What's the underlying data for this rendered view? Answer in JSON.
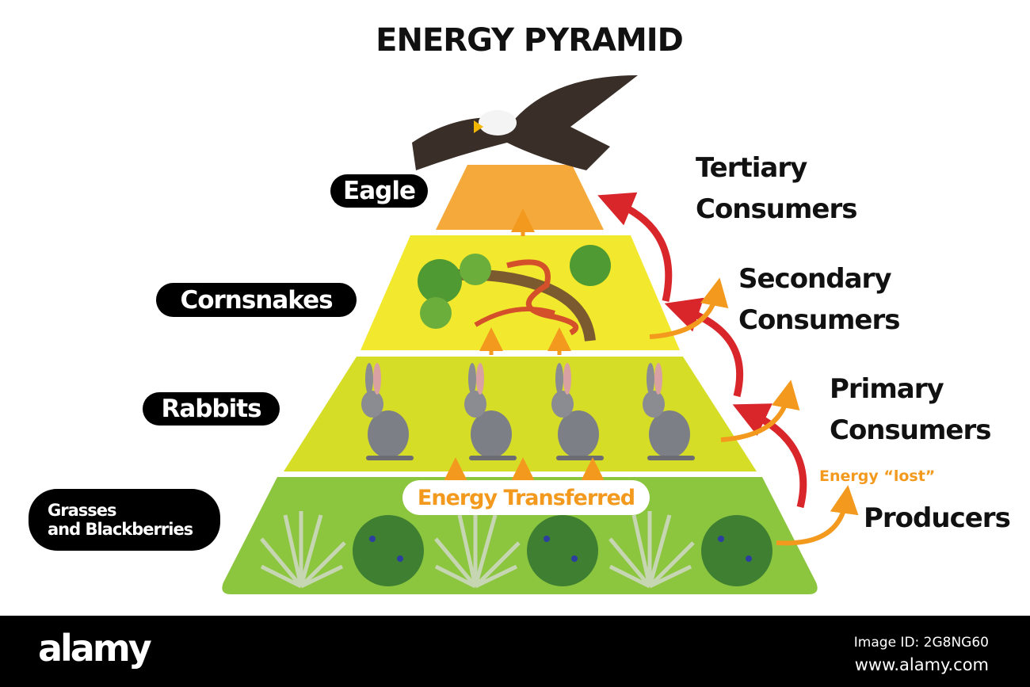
{
  "title": "ENERGY PYRAMID",
  "levels": [
    {
      "organism": "Eagle",
      "role": [
        "Tertiary",
        "Consumers"
      ],
      "color": "#F6A93B"
    },
    {
      "organism": "Cornsnakes",
      "role": [
        "Secondary",
        "Consumers"
      ],
      "color": "#F2E92E"
    },
    {
      "organism": "Rabbits",
      "role": [
        "Primary",
        "Consumers"
      ],
      "color": "#D6DD27"
    },
    {
      "organism": [
        "Grasses",
        "and Blackberries"
      ],
      "role": [
        "Producers"
      ],
      "color": "#8CC63F"
    }
  ],
  "energy_transferred": "Energy Transferred",
  "energy_lost": "Energy “lost”",
  "colors": {
    "transfer_arrow": "#F39A1E",
    "lost_arrow": "#F39A1E",
    "consumption_arrow": "#D9262B"
  },
  "footer": {
    "logo": "alamy",
    "image_id": "Image ID: 2G8NG60",
    "url": "www.alamy.com"
  }
}
